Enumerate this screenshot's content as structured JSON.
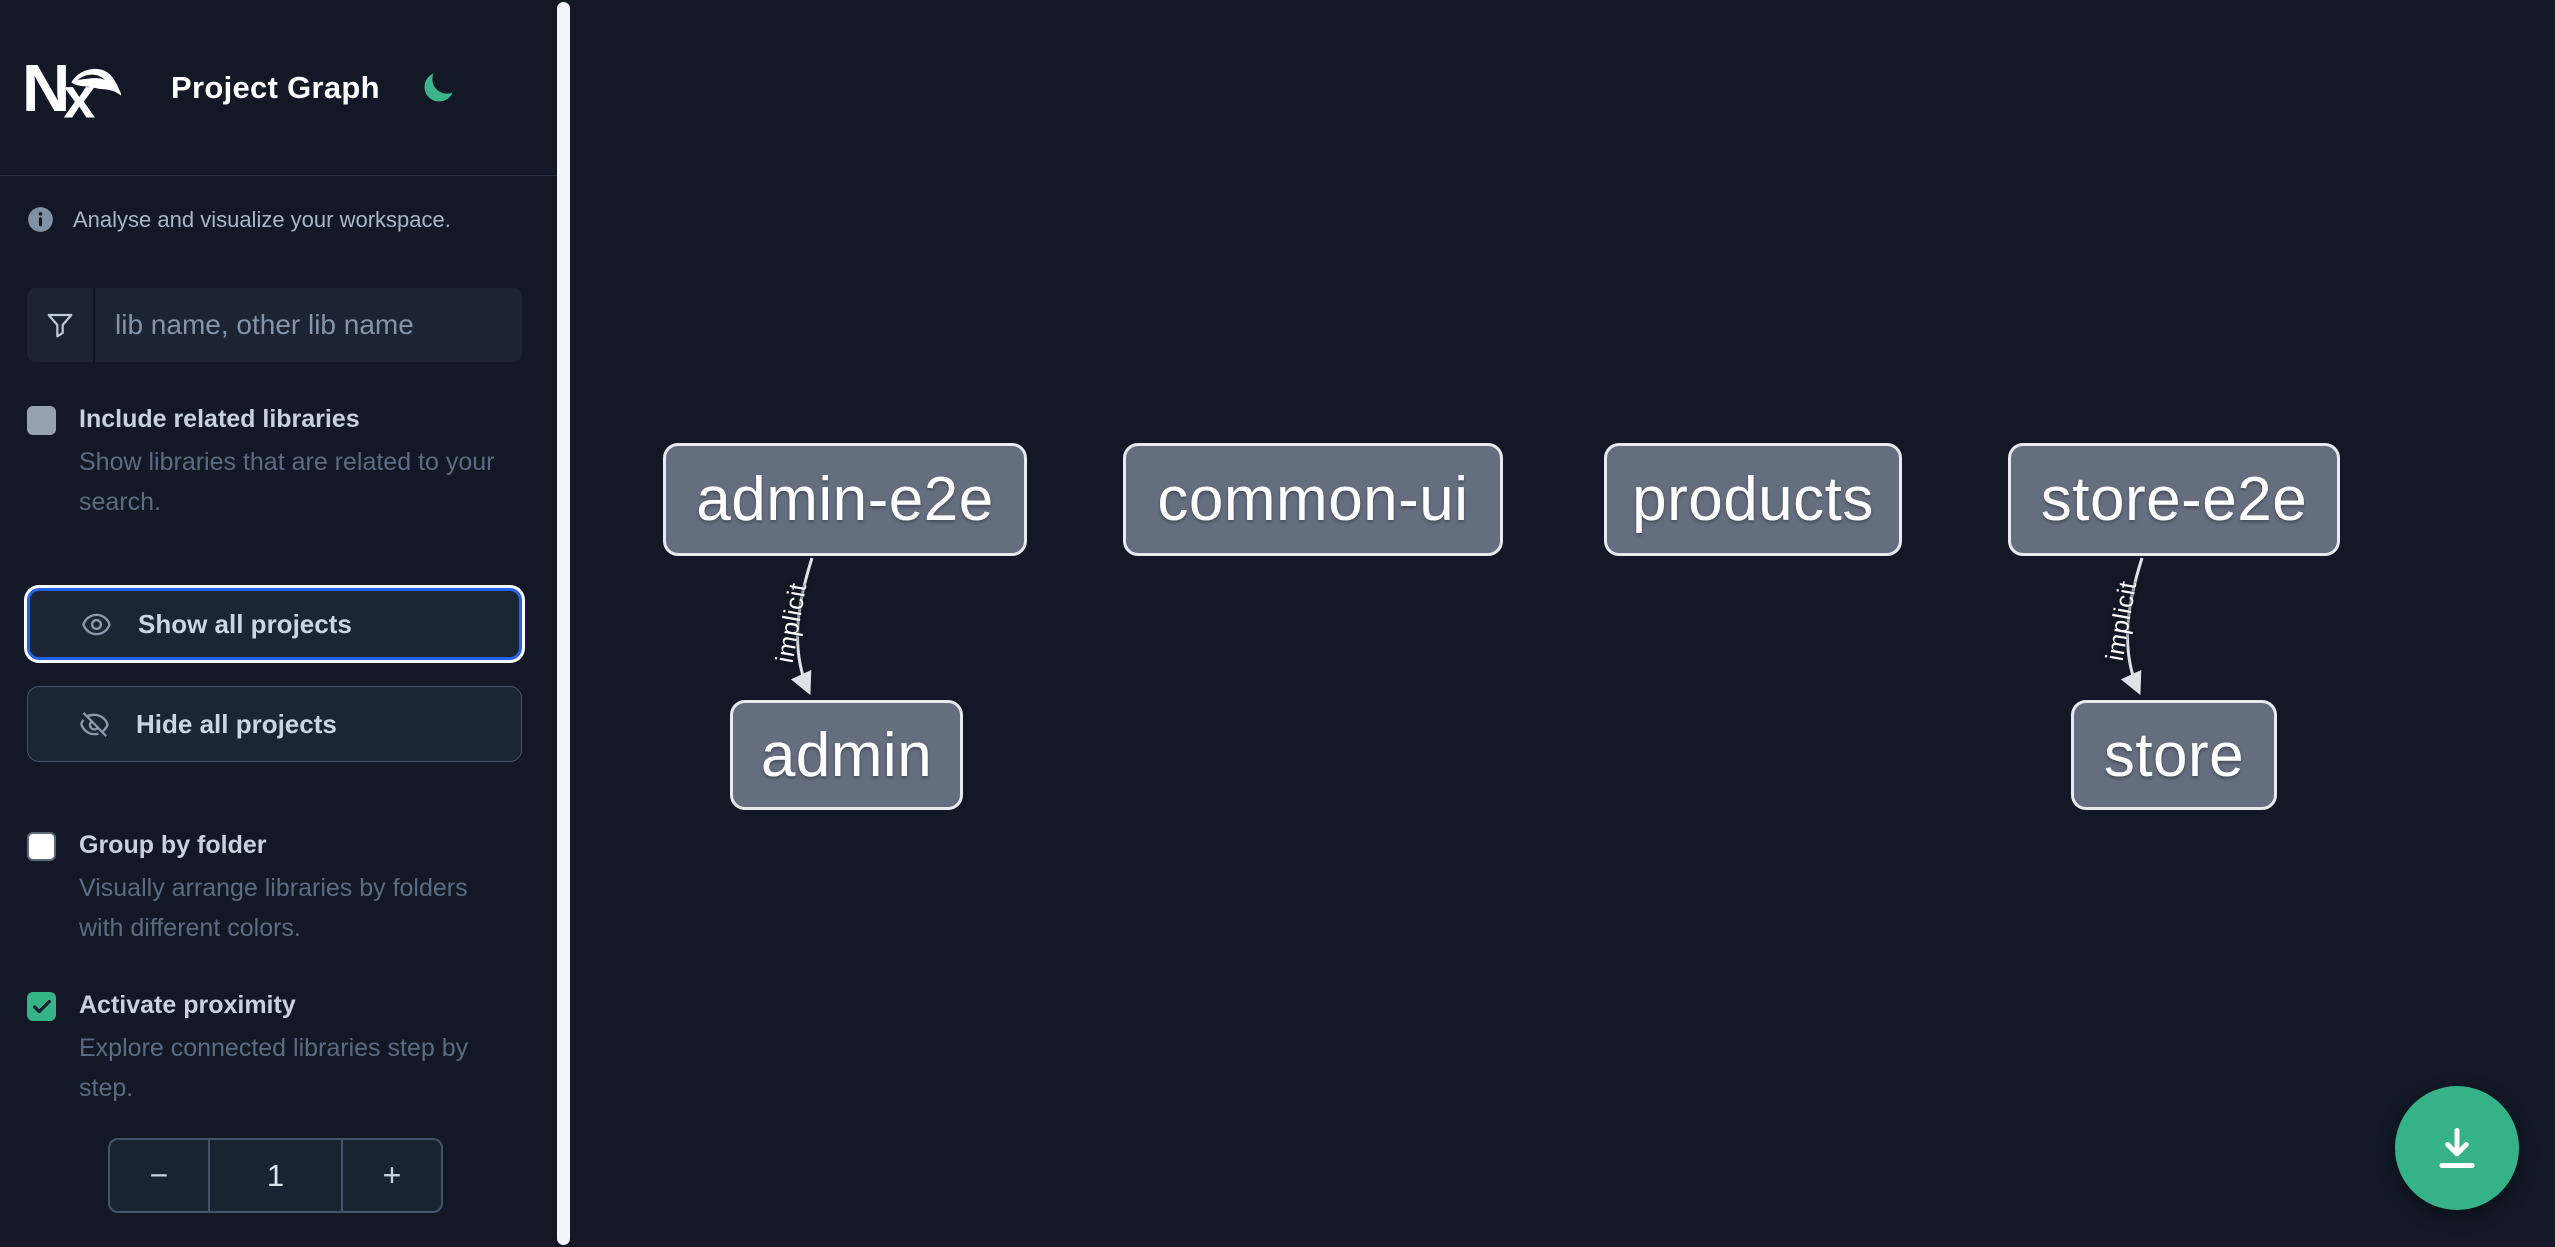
{
  "app": {
    "logo": "Nx",
    "title": "Project Graph",
    "tagline": "Analyse and visualize your workspace."
  },
  "colors": {
    "background": "#121826",
    "accent_green": "#35b487",
    "focus_blue": "#2563eb",
    "node_fill": "#656e7f",
    "node_border": "#e7eaef",
    "edge": "#dfe3e9"
  },
  "search": {
    "placeholder": "lib name, other lib name"
  },
  "toggles": {
    "include_related": {
      "label": "Include related libraries",
      "description": "Show libraries that are related to your search.",
      "checked": false
    },
    "group_by_folder": {
      "label": "Group by folder",
      "description": "Visually arrange libraries by folders with different colors.",
      "checked": false
    },
    "activate_proximity": {
      "label": "Activate proximity",
      "description": "Explore connected libraries step by step.",
      "checked": true
    }
  },
  "controls": {
    "show_all": {
      "label": "Show all projects",
      "focused": true
    },
    "hide_all": {
      "label": "Hide all projects"
    }
  },
  "stepper": {
    "decrement": "−",
    "value": "1",
    "increment": "+"
  },
  "graph": {
    "nodes": [
      {
        "label": "admin-e2e"
      },
      {
        "label": "common-ui"
      },
      {
        "label": "products"
      },
      {
        "label": "store-e2e"
      },
      {
        "label": "admin"
      },
      {
        "label": "store"
      }
    ],
    "edges": [
      {
        "label": "implicit",
        "from": "admin-e2e",
        "to": "admin"
      },
      {
        "label": "implicit",
        "from": "store-e2e",
        "to": "store"
      }
    ]
  }
}
